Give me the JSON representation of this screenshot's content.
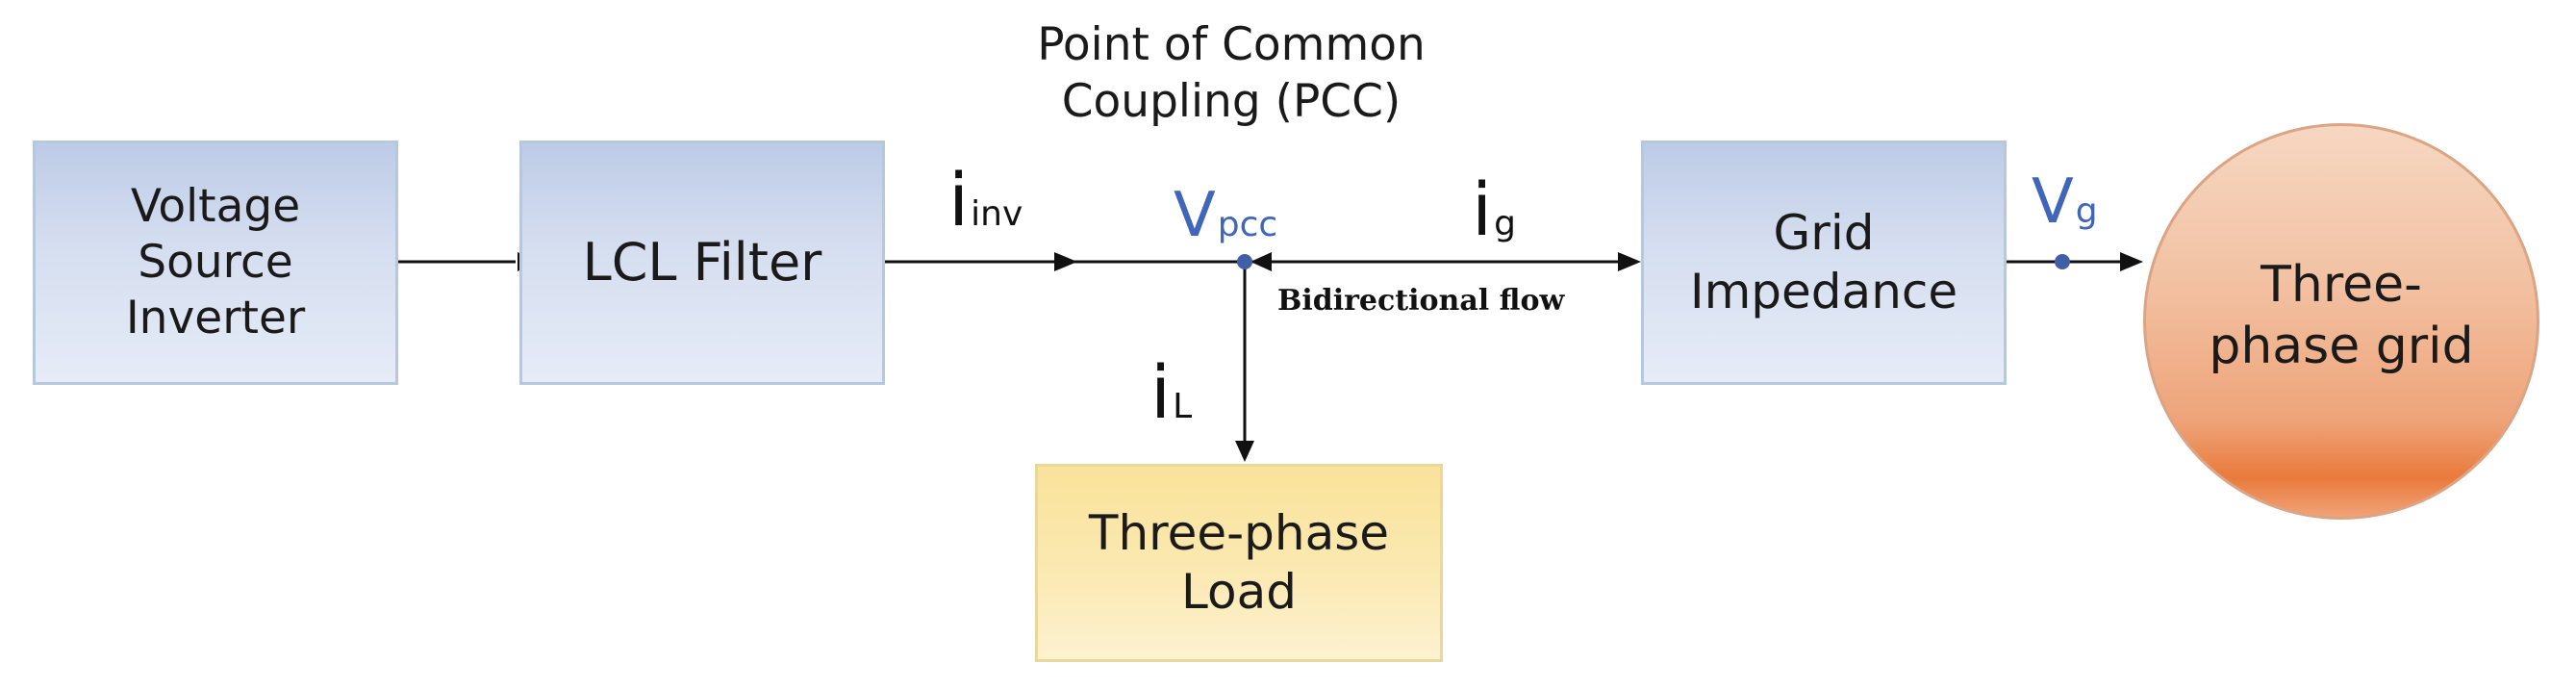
{
  "blocks": {
    "vsi": {
      "lines": [
        "Voltage",
        "Source",
        "Inverter"
      ]
    },
    "lcl": {
      "label": "LCL Filter"
    },
    "grid_impedance": {
      "lines": [
        "Grid",
        "Impedance"
      ]
    },
    "load": {
      "lines": [
        "Three-phase",
        "Load"
      ]
    },
    "grid": {
      "lines": [
        "Three-",
        "phase grid"
      ]
    }
  },
  "pcc_title": {
    "lines": [
      "Point of Common",
      "Coupling (PCC)"
    ]
  },
  "signals": {
    "i_inv": {
      "main": "i",
      "sub": "inv"
    },
    "v_pcc": {
      "main": "V",
      "sub": "pcc"
    },
    "i_g": {
      "main": "i",
      "sub": "g"
    },
    "i_L": {
      "main": "i",
      "sub": "L"
    },
    "v_g": {
      "main": "V",
      "sub": "g"
    }
  },
  "flow_label": "Bidirectional flow",
  "colors": {
    "line": "#111111",
    "node": "#3f5fa8",
    "voltage_label": "#3f66b8",
    "block_blue": "#d4ddef",
    "block_yellow": "#fbe9b2",
    "grid_orange": "#ea7a3c"
  }
}
